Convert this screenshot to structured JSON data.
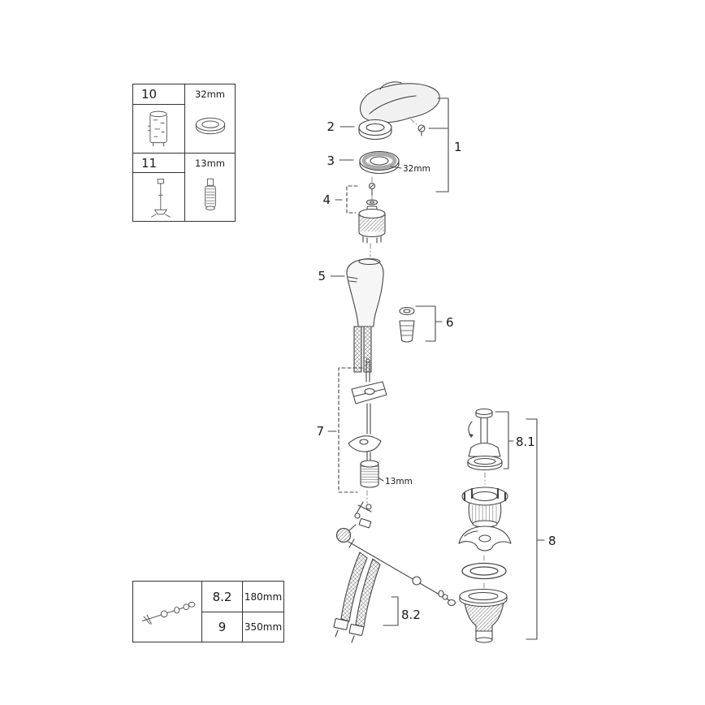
{
  "page": {
    "background": "#ffffff",
    "line_color": "#454545"
  },
  "callouts": {
    "n1": "1",
    "n2": "2",
    "n3": "3",
    "n4": "4",
    "n5": "5",
    "n6": "6",
    "n7": "7",
    "n8": "8",
    "n8_1": "8.1",
    "n8_2": "8.2"
  },
  "dimensions": {
    "ring_dim": "32mm",
    "rod_nut_dim": "13mm"
  },
  "top_table": {
    "rows": [
      {
        "id": "10",
        "dim": "32mm"
      },
      {
        "id": "11",
        "dim": "13mm"
      }
    ]
  },
  "bottom_table": {
    "rows": [
      {
        "id": "8.2",
        "dim": "180mm"
      },
      {
        "id": "9",
        "dim": "350mm"
      }
    ]
  }
}
